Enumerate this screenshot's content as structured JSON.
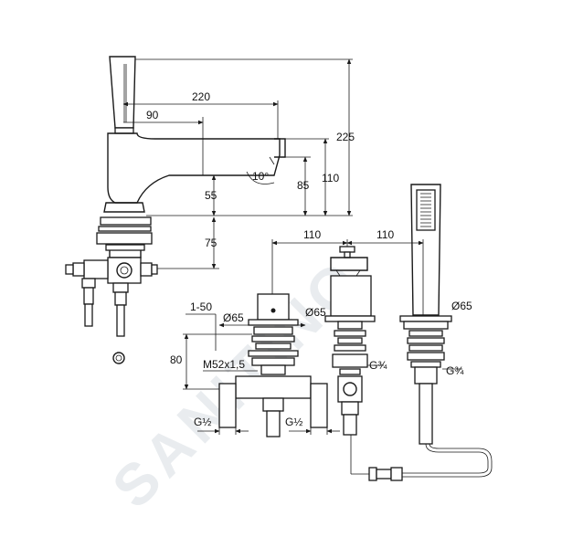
{
  "watermark": "SANITINO",
  "dimensions": {
    "d220": "220",
    "d90": "90",
    "d225": "225",
    "d110_height": "110",
    "d85": "85",
    "angle": "10°",
    "d55": "55",
    "d75": "75",
    "d110_left": "110",
    "d110_right": "110",
    "range": "1-50",
    "dia_valve": "Ø65",
    "dia_spout": "Ø65",
    "dia_shower": "Ø65",
    "d80": "80",
    "thread_m52": "M52x1,5",
    "g34_spout": "G¾",
    "g34_shower": "G¾",
    "g12_left": "G½",
    "g12_right": "G½"
  }
}
